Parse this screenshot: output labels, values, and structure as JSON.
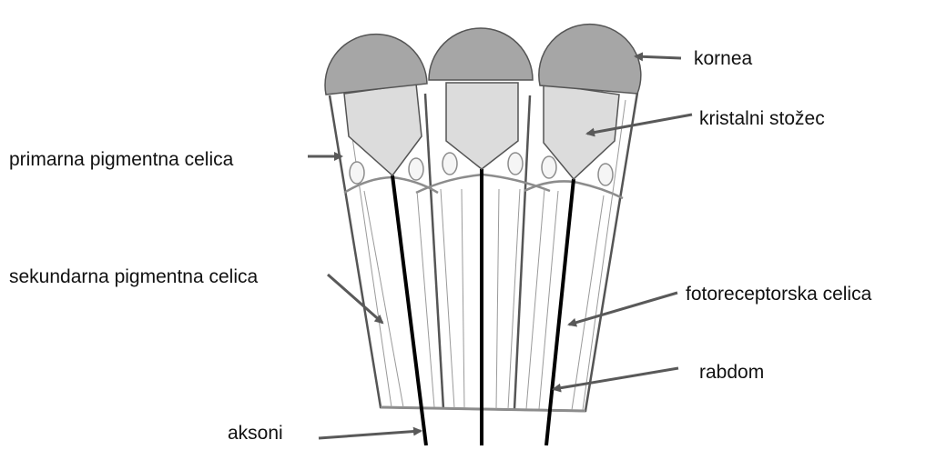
{
  "labels": {
    "kornea": "kornea",
    "kristalni_stozec": "kristalni stožec",
    "primarna_pigmentna_celica": "primarna pigmentna celica",
    "sekundarna_pigmentna_celica": "sekundarna pigmentna celica",
    "fotoreceptorska_celica": "fotoreceptorska celica",
    "rabdom": "rabdom",
    "aksoni": "aksoni"
  },
  "colors": {
    "cornea_fill": "#a6a6a6",
    "cone_fill": "#dcdcdc",
    "outline": "#555555",
    "arrow": "#595959",
    "rhabdom": "#000000",
    "cell_line": "#8c8c8c",
    "nucleus_fill": "#f5f5f5"
  }
}
